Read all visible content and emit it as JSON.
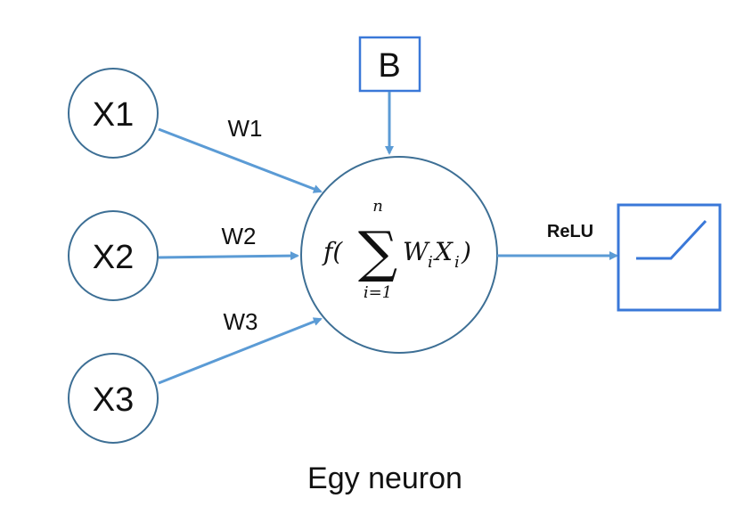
{
  "inputs": [
    {
      "label": "X1",
      "weight": "W1"
    },
    {
      "label": "X2",
      "weight": "W2"
    },
    {
      "label": "X3",
      "weight": "W3"
    }
  ],
  "bias": {
    "label": "B"
  },
  "neuron": {
    "f": "f(",
    "sum_upper": "n",
    "sum_lower": "i=1",
    "sigma": "∑",
    "term_w": "W",
    "term_w_sub": "i",
    "term_x": "X",
    "term_x_sub": "i",
    "close": ")"
  },
  "activation": {
    "label": "ReLU",
    "icon": "relu-graph-icon"
  },
  "caption": "Egy neuron",
  "colors": {
    "node_stroke": "#3d6f95",
    "arrow": "#5b9bd5",
    "box": "#3a78d8"
  }
}
